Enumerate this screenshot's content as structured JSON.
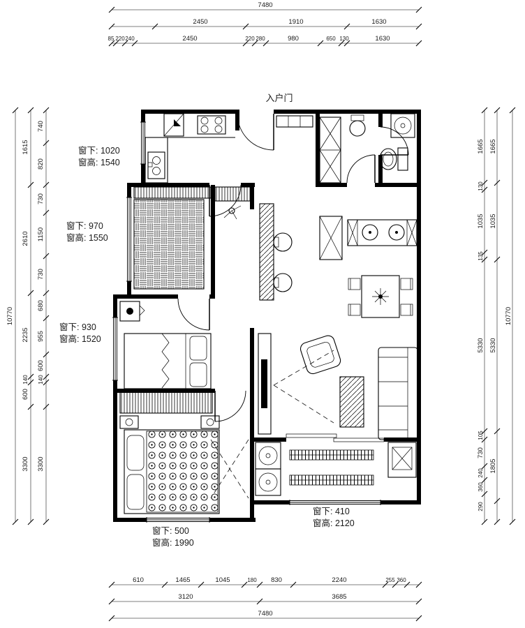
{
  "labels": {
    "entry_door": "入户门"
  },
  "window_notes": [
    {
      "l1": "窗下: 1020",
      "l2": "窗高: 1540"
    },
    {
      "l1": "窗下: 970",
      "l2": "窗高: 1550"
    },
    {
      "l1": "窗下: 930",
      "l2": "窗高: 1520"
    },
    {
      "l1": "窗下: 500",
      "l2": "窗高: 1990"
    },
    {
      "l1": "窗下: 410",
      "l2": "窗高: 2120"
    }
  ],
  "dims": {
    "top": {
      "total": "7480",
      "row2": [
        "2450",
        "1910",
        "1630"
      ],
      "row3": [
        "85",
        "220",
        "240",
        "2450",
        "220",
        "280",
        "980",
        "650",
        "130",
        "1630"
      ]
    },
    "bottom": {
      "row1": [
        "610",
        "1465",
        "1045",
        "180",
        "830",
        "2240",
        "255",
        "360"
      ],
      "row2": [
        "3120",
        "3685"
      ],
      "total": "7480"
    },
    "left": {
      "total": "10770",
      "col2": [
        "1615",
        "2610",
        "2235",
        "140",
        "600",
        "3300"
      ],
      "col3": [
        "740",
        "820",
        "730",
        "1150",
        "730",
        "680",
        "955",
        "600",
        "140",
        "3300"
      ]
    },
    "right": {
      "total": "10770",
      "colA": [
        "1665",
        "130",
        "1035",
        "135",
        "5330",
        "105",
        "730",
        "240",
        "360",
        "290"
      ],
      "colB": [
        "1665",
        "1035",
        "5330",
        "1805"
      ]
    }
  }
}
